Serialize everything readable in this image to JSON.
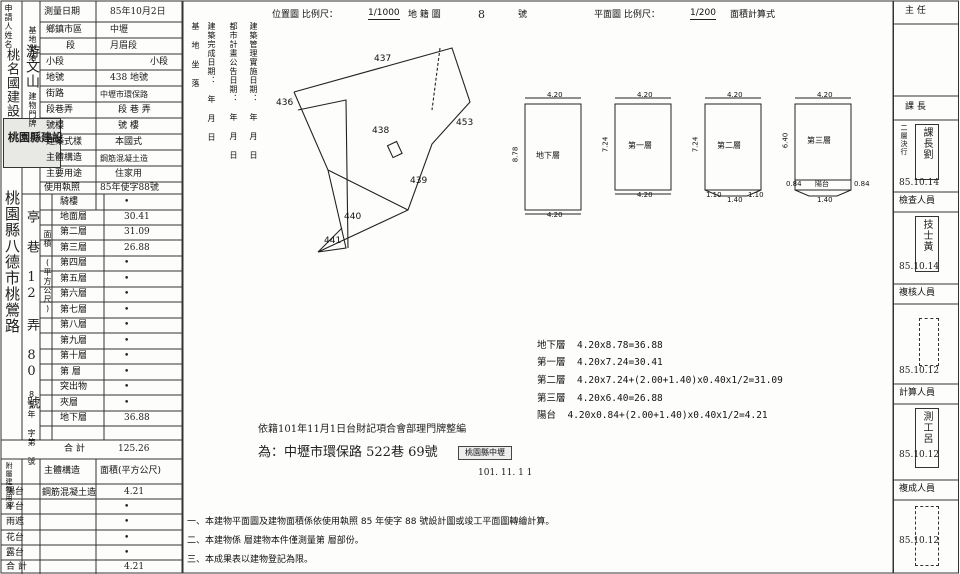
{
  "left_panel": {
    "applicant_label": "申請人姓名",
    "applicant_name": "游文山",
    "applicant_prefix": "桃名國建設",
    "survey_date_label": "測量日期",
    "survey_date_value": "85年10月2日",
    "location_rows": [
      {
        "label": "鄉鎮市區",
        "value": "中壢"
      },
      {
        "label": "段",
        "value": "月眉段"
      },
      {
        "label": "小段",
        "value": "小段"
      },
      {
        "label": "地號",
        "value": "438 地號"
      },
      {
        "label": "街路",
        "value": "中壢市環保路"
      },
      {
        "label": "段巷弄",
        "value": "段 巷 弄"
      },
      {
        "label": "號樓",
        "value": "號 樓"
      }
    ],
    "group_base": "基地坐落",
    "group_building": "建物門牌",
    "structure_label": "主體構造",
    "structure_value": "鋼筋混凝土造",
    "usage_label": "主要用途",
    "usage_value": "住家用",
    "permit_label": "使用執照",
    "permit_value": "85年使字88號",
    "building_type_label": "建築式樣",
    "building_type_value": "本國式",
    "floors_group_label": "面積 (平方公尺)",
    "floors": [
      {
        "name": "騎樓",
        "area": "•"
      },
      {
        "name": "地面層",
        "area": "30.41"
      },
      {
        "name": "第二層",
        "area": "31.09"
      },
      {
        "name": "第三層",
        "area": "26.88"
      },
      {
        "name": "第四層",
        "area": "•"
      },
      {
        "name": "第五層",
        "area": "•"
      },
      {
        "name": "第六層",
        "area": "•"
      },
      {
        "name": "第七層",
        "area": "•"
      },
      {
        "name": "第八層",
        "area": "•"
      },
      {
        "name": "第九層",
        "area": "•"
      },
      {
        "name": "第十層",
        "area": "•"
      },
      {
        "name": "第 層",
        "area": "•"
      },
      {
        "name": "突出物",
        "area": "•"
      },
      {
        "name": "夾層",
        "area": "•"
      },
      {
        "name": "地下層",
        "area": "36.88"
      }
    ],
    "total_label": "合 計",
    "total_value": "125.26",
    "annex_header_use": "附屬建物用途",
    "annex_header_structure": "主體構造",
    "annex_header_area": "面積(平方公尺)",
    "annex_rows": [
      {
        "name": "陽台",
        "structure": "鋼筋混凝土造",
        "area": "4.21"
      },
      {
        "name": "平台",
        "structure": "",
        "area": "•"
      },
      {
        "name": "雨遮",
        "structure": "",
        "area": "•"
      },
      {
        "name": "花台",
        "structure": "",
        "area": "•"
      },
      {
        "name": "露台",
        "structure": "",
        "area": "•"
      },
      {
        "name": "合 計",
        "structure": "",
        "area": "4.21"
      }
    ],
    "address_vertical": "桃園縣八德市桃鶯路",
    "address_lane": "亭 巷 12 弄 80 號",
    "application_no_label": "申請書",
    "application_no": "85年 字第 號",
    "stamp_left": "桃園縣建設"
  },
  "center": {
    "location_map_label": "位置圖 比例尺：",
    "location_scale": "1/1000",
    "cadastral_label": "地 籍 圖",
    "sheet_no": "8",
    "sheet_suffix": "號",
    "plan_label": "平面圖 比例尺：",
    "plan_scale": "1/200",
    "area_calc_label": "面積計算式",
    "parcels": [
      "437",
      "436",
      "438",
      "453",
      "439",
      "440",
      "441"
    ],
    "info_labels": [
      "建築完成日期：  年 月 日",
      "都市計畫公告日期：  年 月 日",
      "建築管理實施日期：  年 月 日",
      "基 地 坐 落"
    ],
    "floor_plans": [
      {
        "label": "地下層",
        "width": "4.20",
        "depth": "8.78",
        "bottom": "4.20"
      },
      {
        "label": "第一層",
        "width": "4.20",
        "depth": "7.24",
        "bottom": "4.20"
      },
      {
        "label": "第二層",
        "width": "4.20",
        "depth": "7.24",
        "bottom": "1.40"
      },
      {
        "label": "第三層",
        "width": "4.20",
        "depth": "6.40",
        "bottom": "1.40"
      }
    ],
    "balcony_label": "陽台",
    "dim_small": [
      "1.10",
      "1.10",
      "0.84",
      "0.84"
    ],
    "area_formulas": [
      {
        "floor": "地下層",
        "formula": "4.20x8.78=36.88"
      },
      {
        "floor": "第一層",
        "formula": "4.20x7.24=30.41"
      },
      {
        "floor": "第二層",
        "formula": "4.20x7.24+(2.00+1.40)x0.40x1/2=31.09"
      },
      {
        "floor": "第三層",
        "formula": "4.20x6.40=26.88"
      },
      {
        "floor": "陽台",
        "formula": "4.20x0.84+(2.00+1.40)x0.40x1/2=4.21"
      }
    ],
    "handwritten_note": "依籍101年11月1日台財記項合會部理門牌整編",
    "handwritten_address": "為：中壢市環保路 522巷 69號",
    "note_stamp": "桃園縣中壢",
    "note_date": "101. 11. 1 1",
    "footer_lines": [
      "一、本建物平面圖及建物面積係依使用執照 85 年使字 88 號設計圖或竣工平面圖轉繪計算。",
      "二、本建物係 層建物本件僅測量第 層部份。",
      "三、本成果表以建物登記為限。"
    ]
  },
  "right_panel": {
    "roles": [
      {
        "title": "主 任",
        "name": "",
        "date": ""
      },
      {
        "title": "課 長",
        "name": "課長劉",
        "date": "85.10.14",
        "note": "二層決行"
      },
      {
        "title": "檢查人員",
        "name": "技士黃",
        "date": "85.10.14"
      },
      {
        "title": "複核人員",
        "name": "",
        "date": "85.10.12"
      },
      {
        "title": "計算人員",
        "name": "測工呂",
        "date": "85.10.12"
      },
      {
        "title": "複成人員",
        "name": "",
        "date": "85.10.12"
      }
    ]
  }
}
